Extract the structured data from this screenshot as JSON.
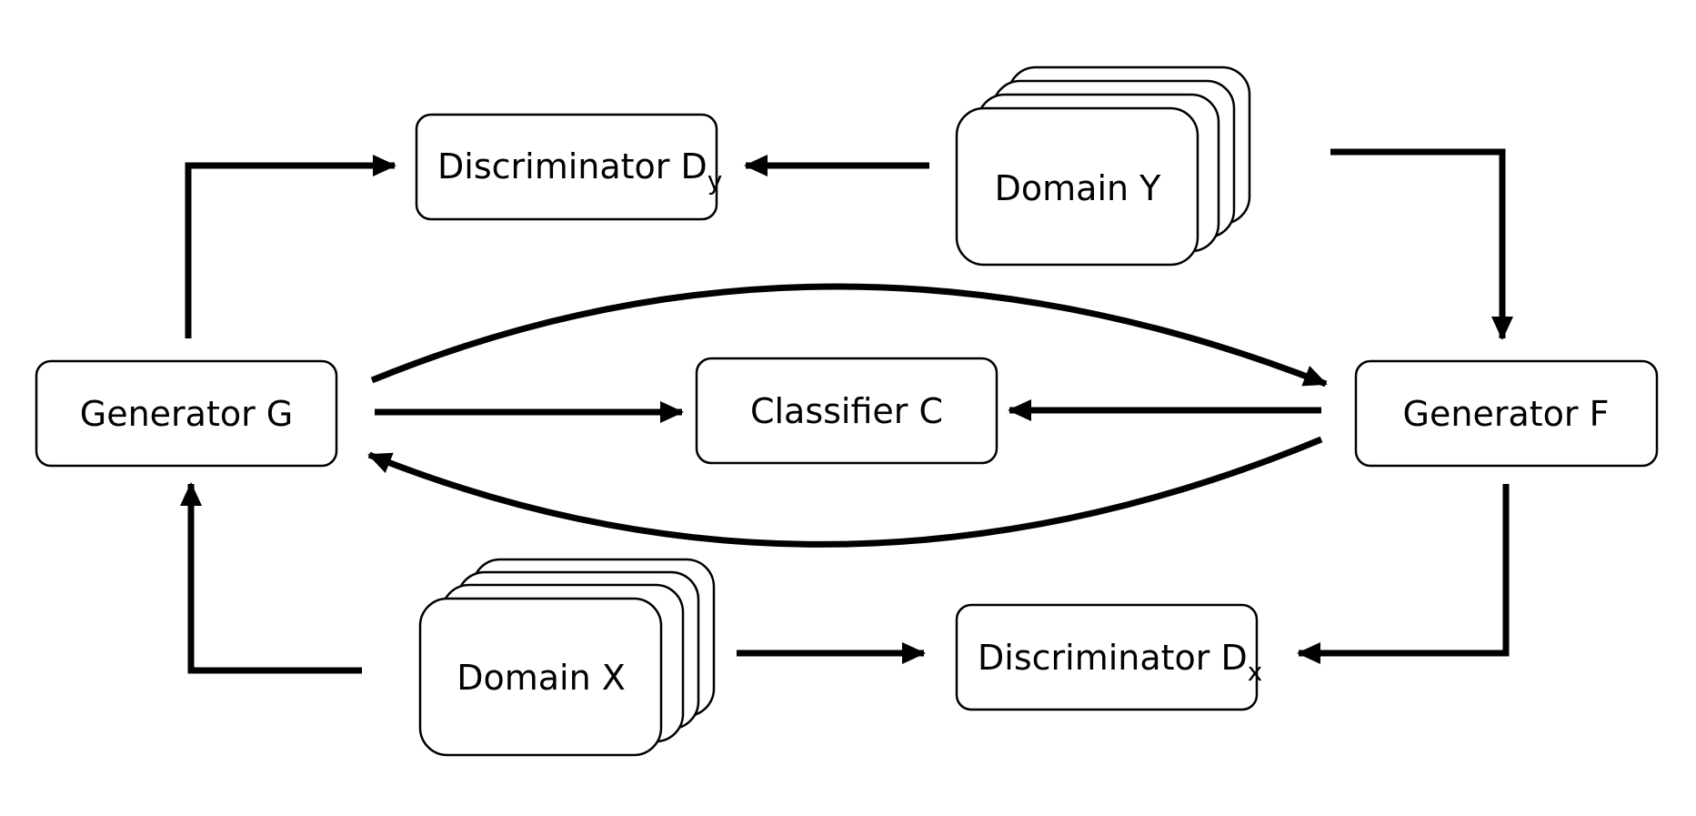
{
  "diagram": {
    "nodes": {
      "generator_g": {
        "label": "Generator G"
      },
      "generator_f": {
        "label": "Generator F"
      },
      "classifier_c": {
        "label": "Classifier C"
      },
      "discriminator_dy": {
        "label": "Discriminator D",
        "subscript": "y"
      },
      "discriminator_dx": {
        "label": "Discriminator D",
        "subscript": "x"
      },
      "domain_y": {
        "label": "Domain Y"
      },
      "domain_x": {
        "label": "Domain X"
      }
    },
    "edges": [
      {
        "from": "Generator G",
        "to": "Discriminator Dy"
      },
      {
        "from": "Domain Y",
        "to": "Discriminator Dy"
      },
      {
        "from": "Domain Y",
        "to": "Generator F"
      },
      {
        "from": "Generator G",
        "to": "Generator F"
      },
      {
        "from": "Generator G",
        "to": "Classifier C"
      },
      {
        "from": "Generator F",
        "to": "Classifier C"
      },
      {
        "from": "Generator F",
        "to": "Generator G"
      },
      {
        "from": "Domain X",
        "to": "Generator G"
      },
      {
        "from": "Domain X",
        "to": "Discriminator Dx"
      },
      {
        "from": "Generator F",
        "to": "Discriminator Dx"
      }
    ],
    "colors": {
      "stroke": "#000000",
      "background": "#ffffff"
    }
  }
}
